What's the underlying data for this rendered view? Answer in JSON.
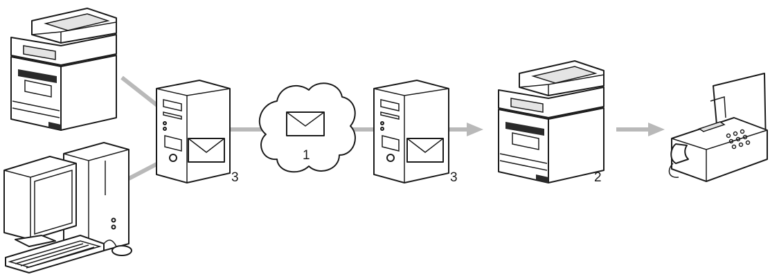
{
  "diagram": {
    "labels": {
      "sender_server": "3",
      "internet": "1",
      "receiver_server": "3",
      "relay_machine": "2"
    },
    "icons": [
      "mfp-printer-icon",
      "desktop-computer-icon",
      "mail-server-icon",
      "internet-cloud-icon",
      "email-envelope-icon",
      "fax-machine-icon"
    ],
    "colors": {
      "connector": "#b9b9b9",
      "outline": "#1a1a1a",
      "background": "#ffffff"
    }
  }
}
